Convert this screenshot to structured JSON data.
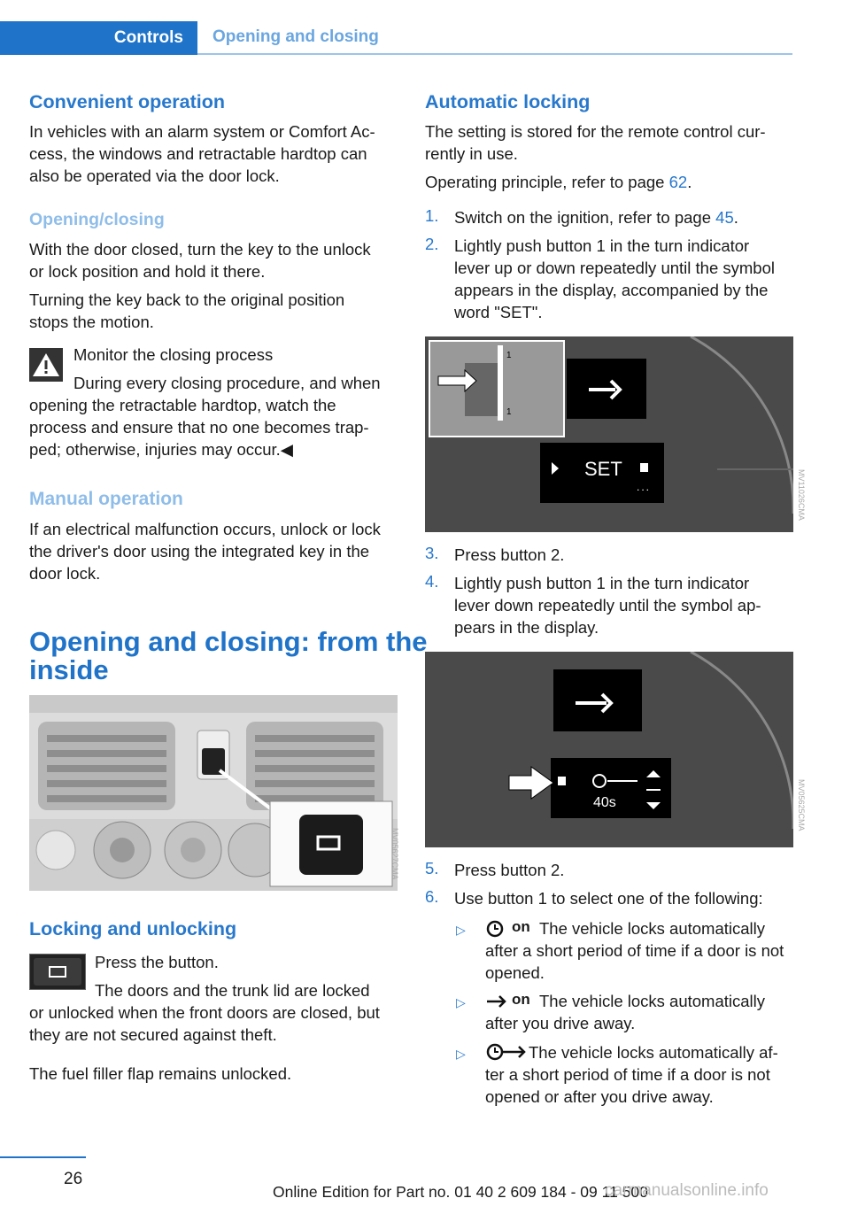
{
  "header": {
    "section": "Controls",
    "subsection": "Opening and closing"
  },
  "left": {
    "h_convenient": "Convenient operation",
    "p_convenient": "In vehicles with an alarm system or Comfort Access, the windows and retractable hardtop can also be operated via the door lock.",
    "p_conv_l1": "In vehicles with an alarm system or Comfort Ac-",
    "p_conv_l2": "cess, the windows and retractable hardtop can",
    "p_conv_l3": "also be operated via the door lock.",
    "h_openclose": "Opening/closing",
    "p_oc1_l1": "With the door closed, turn the key to the unlock",
    "p_oc1_l2": "or lock position and hold it there.",
    "p_oc2_l1": "Turning the key back to the original position",
    "p_oc2_l2": "stops the motion.",
    "warn_title": "Monitor the closing process",
    "warn_l1": "During every closing procedure, and when",
    "warn_l2": "opening the retractable hardtop, watch the",
    "warn_l3": "process and ensure that no one becomes trap-",
    "warn_l4": "ped; otherwise, injuries may occur.◀",
    "h_manual": "Manual operation",
    "p_man_l1": "If an electrical malfunction occurs, unlock or lock",
    "p_man_l2": "the driver's door using the integrated key in the",
    "p_man_l3": "door lock.",
    "h_inside_l1": "Opening and closing: from the",
    "h_inside_l2": "inside",
    "img_code": "MV05627CMA",
    "h_locking": "Locking and unlocking",
    "lock_press": "Press the button.",
    "lock_l1": "The doors and the trunk lid are locked",
    "lock_l2": "or unlocked when the front doors are closed, but",
    "lock_l3": "they are not secured against theft.",
    "fuel": "The fuel filler flap remains unlocked."
  },
  "right": {
    "h_auto": "Automatic locking",
    "p_auto_l1": "The setting is stored for the remote control cur-",
    "p_auto_l2": "rently in use.",
    "p_principle": "Operating principle, refer to page ",
    "page_principle": "62",
    "steps": [
      {
        "n": "1.",
        "l1": "Switch on the ignition, refer to page ",
        "page": "45"
      },
      {
        "n": "2.",
        "l1": "Lightly push button 1 in the turn indicator",
        "l2": "lever up or down repeatedly until the symbol",
        "l3": "appears in the display, accompanied by the",
        "l4": "word \"SET\"."
      },
      {
        "n": "3.",
        "l1": "Press button 2."
      },
      {
        "n": "4.",
        "l1": "Lightly push button 1 in the turn indicator",
        "l2": "lever down repeatedly until the symbol ap-",
        "l3": "pears in the display."
      },
      {
        "n": "5.",
        "l1": "Press button 2."
      },
      {
        "n": "6.",
        "l1": "Use button 1 to select one of the following:"
      }
    ],
    "img1_code": "MV11026CMA",
    "img1_set": "SET",
    "img2_code": "MV05625CMA",
    "img2_time": "40s",
    "options": [
      {
        "l1": "The vehicle locks automatically",
        "l2": "after a short period of time if a door is not",
        "l3": "opened."
      },
      {
        "l1": "The vehicle locks automatically",
        "l2": "after you drive away."
      },
      {
        "l1": "The vehicle locks automatically af-",
        "l2": "ter a short period of time if a door is not",
        "l3": "opened or after you drive away."
      }
    ],
    "on_label": "on"
  },
  "footer": {
    "page": "26",
    "edition": "Online Edition for Part no. 01 40 2 609 184 - 09 11 500",
    "watermark": "carmanualsonline.info"
  }
}
